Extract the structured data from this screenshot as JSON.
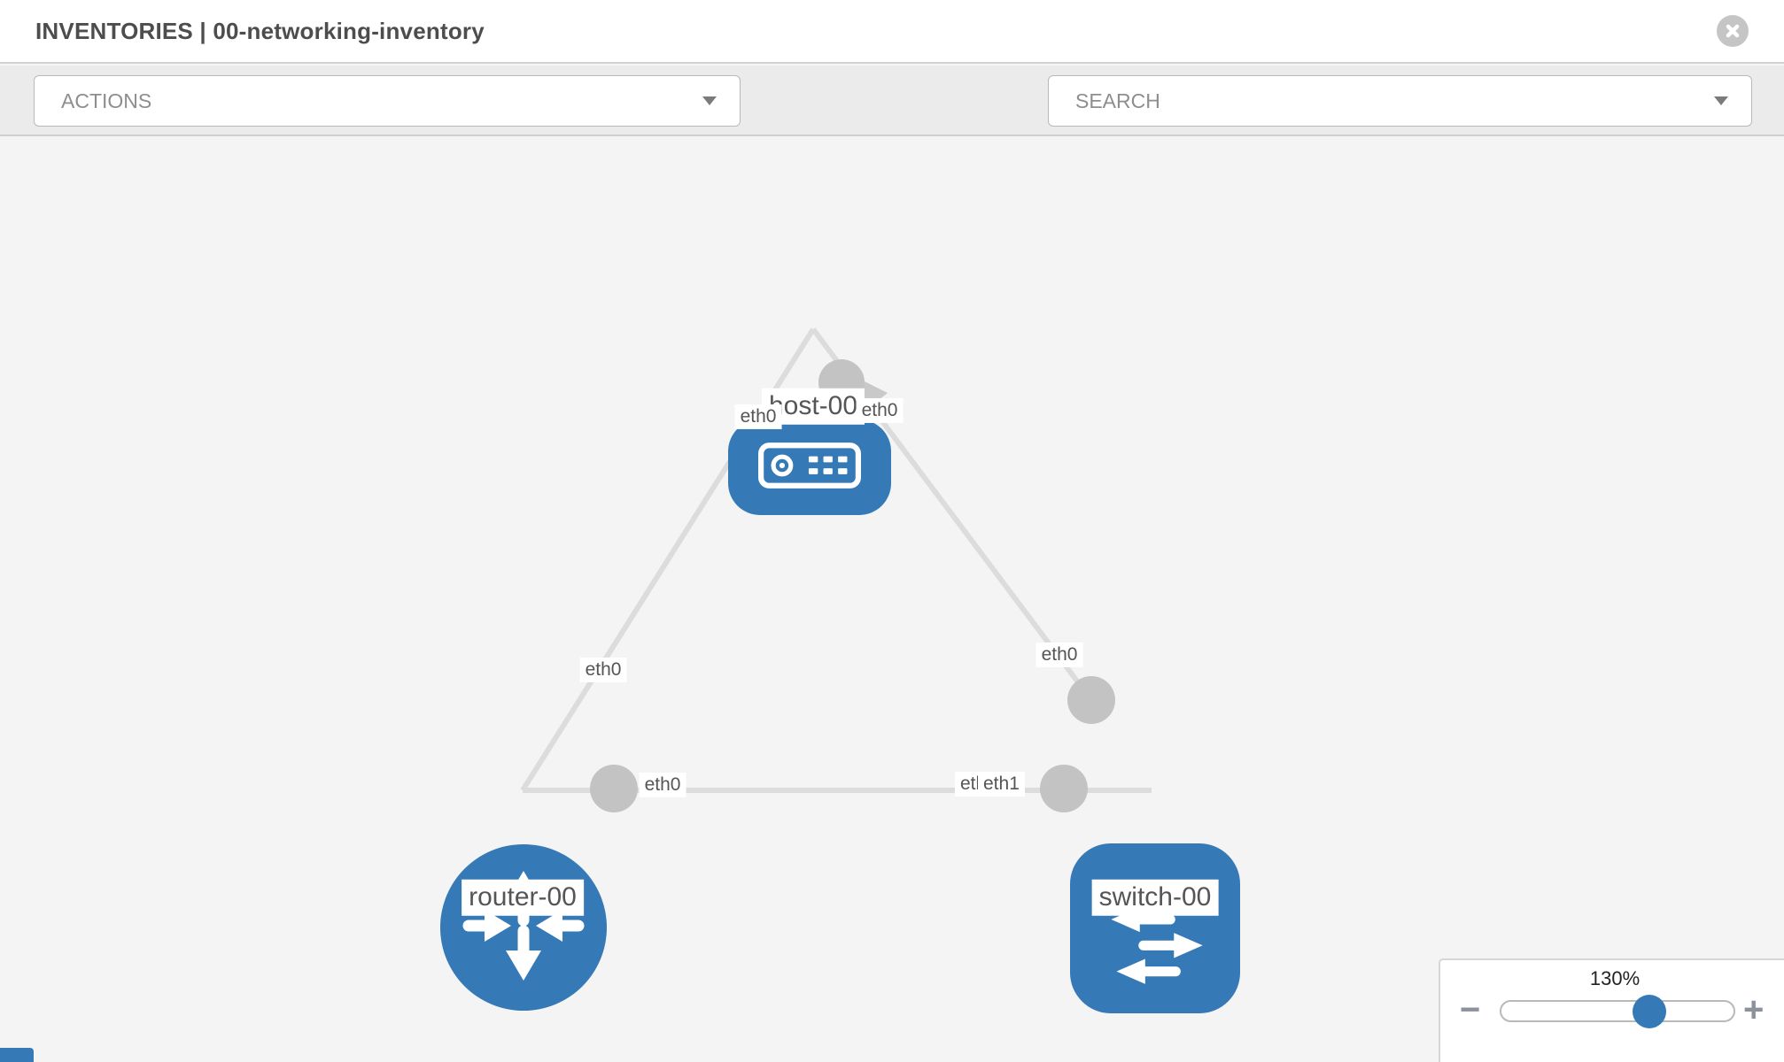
{
  "window": {
    "title_prefix": "INVENTORIES",
    "title_separator": "|",
    "title_name": "00-networking-inventory"
  },
  "toolbar": {
    "actions_placeholder": "ACTIONS",
    "search_placeholder": "SEARCH",
    "icon_buttons": [
      "wrench-icon",
      "key-icon"
    ]
  },
  "topology": {
    "nodes": [
      {
        "id": "host-00",
        "type": "host",
        "label": "host-00"
      },
      {
        "id": "router-00",
        "type": "router",
        "label": "router-00"
      },
      {
        "id": "switch-00",
        "type": "switch",
        "label": "switch-00"
      }
    ],
    "links": [
      {
        "source": "host-00",
        "source_interface": "eth0",
        "target": "router-00",
        "target_interface": "eth0"
      },
      {
        "source": "host-00",
        "source_interface": "eth0",
        "target": "switch-00",
        "target_interface": "eth0"
      },
      {
        "source": "router-00",
        "source_interface": "eth0",
        "target": "switch-00",
        "target_interface": "eth1"
      }
    ],
    "interface_labels": {
      "host_left": "eth0",
      "host_right": "eth0",
      "router_top": "eth0",
      "router_right": "eth0",
      "switch_top": "eth0",
      "switch_left_hidden": "eth0",
      "switch_left": "eth1"
    }
  },
  "zoom_control": {
    "level": "130%",
    "zoom_out": "−",
    "zoom_in": "+",
    "slider_percent": 65
  },
  "colors": {
    "node_fill": "#3579b6",
    "port_fill": "#c3c3c3",
    "link_stroke": "#dcdcdc",
    "canvas_bg": "#f4f4f4",
    "toolbar_bg": "#ebebeb",
    "accent": "#3579b6"
  }
}
